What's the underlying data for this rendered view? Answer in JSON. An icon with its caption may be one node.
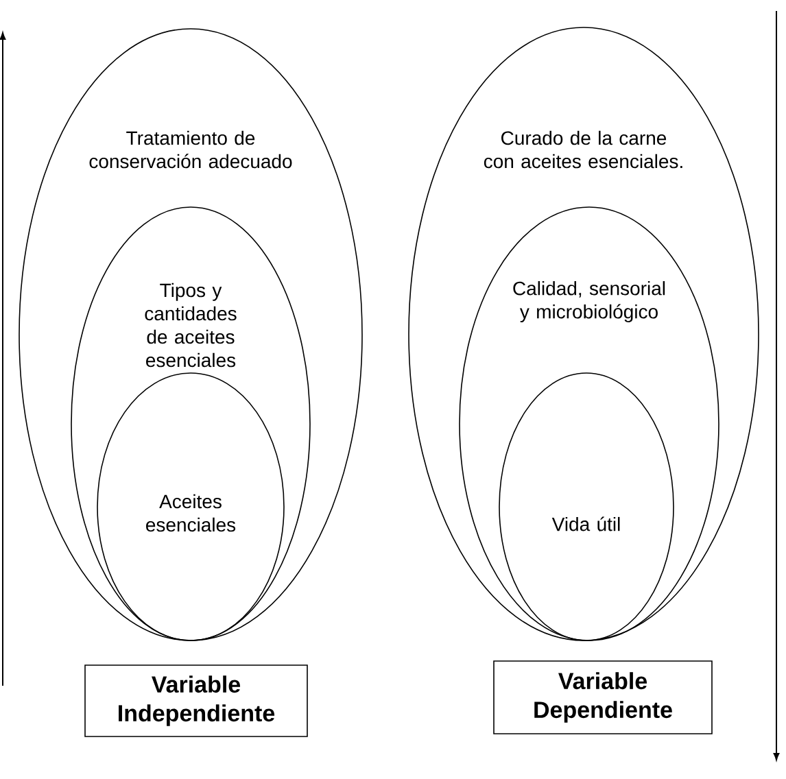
{
  "diagram": {
    "nodes": [
      {
        "text": [
          "Tratamiento de conservación adecuado"
        ]
      },
      {
        "text": [
          "Tipos y cantidades de aceites esenciales"
        ],
        "in": 0
      },
      {
        "text": [
          "Aceites esenciales"
        ],
        "in": 1
      },
      {
        "text": [
          "Curado de la carne con aceites esenciales."
        ]
      },
      {
        "text": [
          "Calidad, sensorial y microbiológico"
        ],
        "in": 3
      },
      {
        "text": [
          "Vida útil"
        ],
        "in": 4
      },
      {
        "text": [
          "Variable Independiente"
        ]
      },
      {
        "text": [
          "Variable Dependiente"
        ]
      }
    ],
    "edges": []
  }
}
